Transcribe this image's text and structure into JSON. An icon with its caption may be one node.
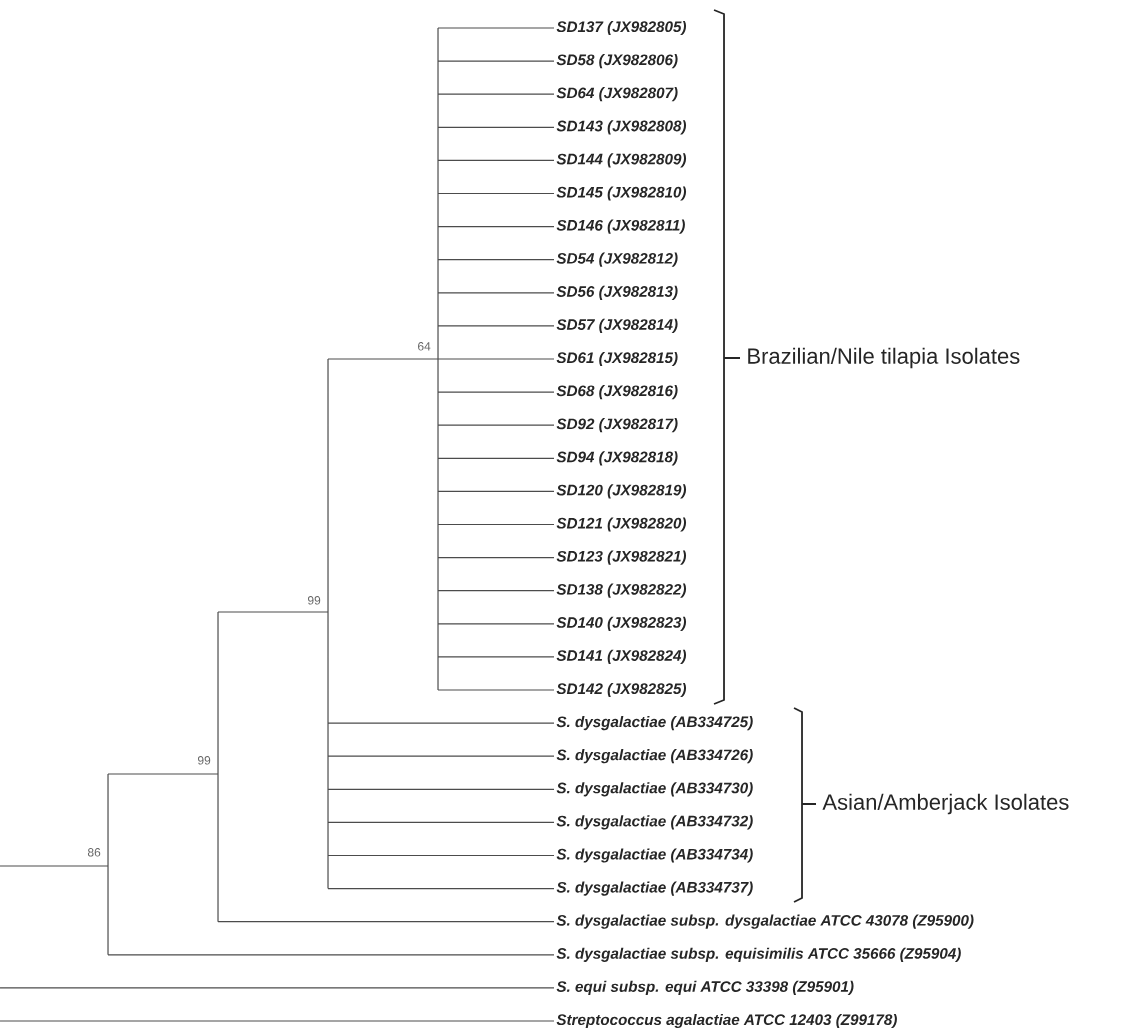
{
  "diagram": {
    "labels": [
      "SD137 (JX982805)",
      "SD58 (JX982806)",
      "SD64 (JX982807)",
      "SD143 (JX982808)",
      "SD144 (JX982809)",
      "SD145 (JX982810)",
      "SD146 (JX982811)",
      "SD54 (JX982812)",
      "SD56 (JX982813)",
      "SD57 (JX982814)",
      "SD61 (JX982815)",
      "SD68 (JX982816)",
      "SD92 (JX982817)",
      "SD94 (JX982818)",
      "SD120 (JX982819)",
      "SD121 (JX982820)",
      "SD123 (JX982821)",
      "SD138 (JX982822)",
      "SD140 (JX982823)",
      "SD141 (JX982824)",
      "SD142 (JX982825)",
      "S. dysgalactiae (AB334725)",
      "S. dysgalactiae (AB334726)",
      "S. dysgalactiae (AB334730)",
      "S. dysgalactiae (AB334732)",
      "S. dysgalactiae (AB334734)",
      "S. dysgalactiae (AB334737)",
      "S. dysgalactiae subsp. dysgalactiae ATCC 43078 (Z95900)",
      "S. dysgalactiae subsp. equisimilis ATCC 35666 (Z95904)",
      "S. equi subsp. equi ATCC 33398 (Z95901)",
      "Streptococcus agalactiae ATCC 12403 (Z99178)",
      "Brazilian/Nile tilapia Isolates",
      "Asian/Amberjack Isolates",
      "64",
      "99",
      "99",
      "86"
    ]
  }
}
